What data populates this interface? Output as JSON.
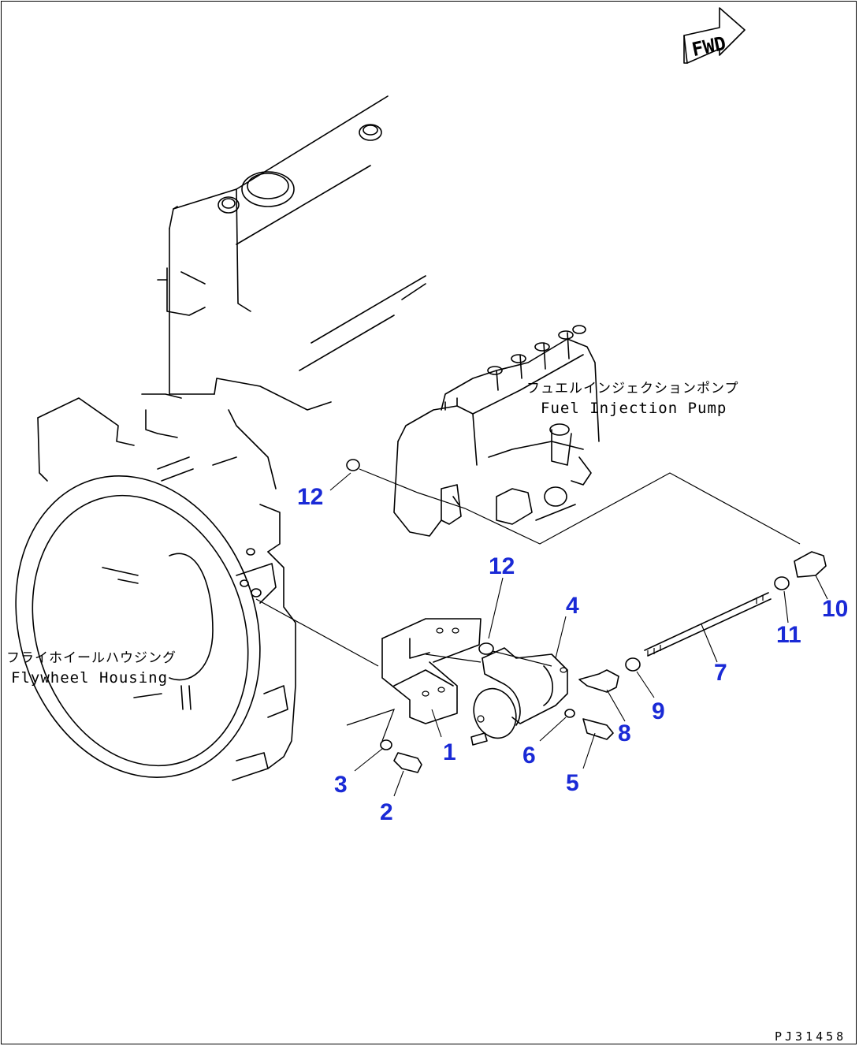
{
  "drawing_code": "PJ31458",
  "fwd_marker": "FWD",
  "labels": {
    "flywheel_housing_jp": "フライホイールハウジング",
    "flywheel_housing_en": "Flywheel Housing",
    "fuel_injection_pump_jp": "フュエルインジェクションポンプ",
    "fuel_injection_pump_en": "Fuel Injection Pump"
  },
  "callouts": [
    "1",
    "2",
    "3",
    "4",
    "5",
    "6",
    "7",
    "8",
    "9",
    "10",
    "11",
    "12",
    "12"
  ],
  "colors": {
    "callout": "#1a2ad6",
    "line": "#000000",
    "background": "#ffffff"
  }
}
